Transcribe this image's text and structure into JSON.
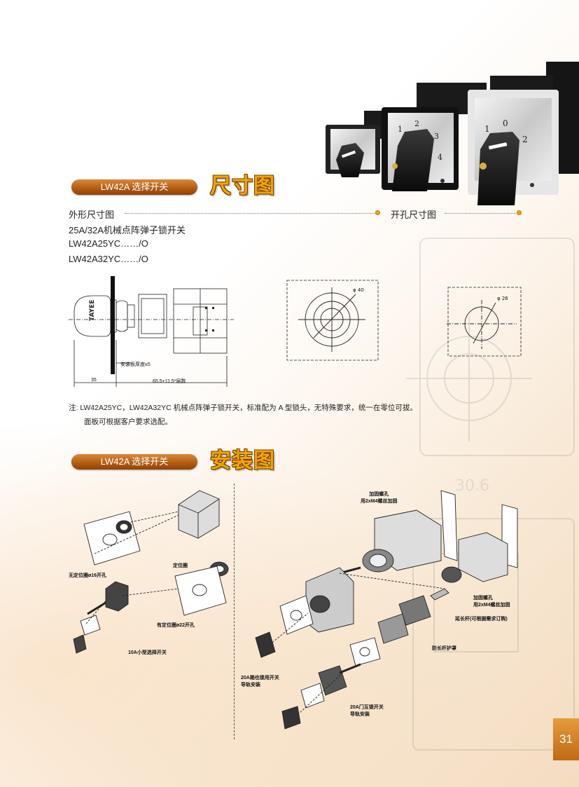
{
  "section1": {
    "tag_label": "LW42A 选择开关",
    "title": "尺寸图"
  },
  "outline": {
    "heading": "外形尺寸图",
    "line1": "25A/32A机械点阵弹子锁开关",
    "line2": "LW42A25YC……/O",
    "line3": "LW42A32YC……/O"
  },
  "cutout": {
    "heading": "开孔尺寸图"
  },
  "dimensions": {
    "panel_thickness": "安装板厚度≤5",
    "left_length": "35",
    "right_length": "65.5+11.5*层数",
    "diameter_40": "φ 40",
    "diameter_26": "φ 26",
    "brand": "TAYEE"
  },
  "note": {
    "line1": "注: LW42A25YC，LW42A32YC 机械点阵弹子锁开关，标准配为 A 型锁头，无特殊要求，统一在零位可拔。",
    "line2": "面板可根据客户要求选配。"
  },
  "section2": {
    "tag_label": "LW42A 选择开关",
    "title": "安装图"
  },
  "install_left": {
    "label_no_positioning": "无定位圈ø16开孔",
    "label_positioning_ring": "定位圈",
    "label_with_positioning": "有定位圈ø22开孔",
    "caption": "10A小型选择开关"
  },
  "install_right": {
    "label_fix_top": "加固螺孔\n用2xM4螺丝加固",
    "label_fix_right": "加固螺孔\n用2xM4螺丝加固",
    "label_extension": "延长杆(可根据需求订购)",
    "label_guard": "防长杆护罩",
    "label_20a_door": "20A箱也锁用开关\n导轨安装",
    "label_20a_standard": "20A门互锁开关\n导轨安装"
  },
  "background_text": "30.6",
  "page_number": "31",
  "colors": {
    "accent_orange": "#f0a500",
    "tag_brown": "#b45e14",
    "page_tab": "#d4822a"
  }
}
